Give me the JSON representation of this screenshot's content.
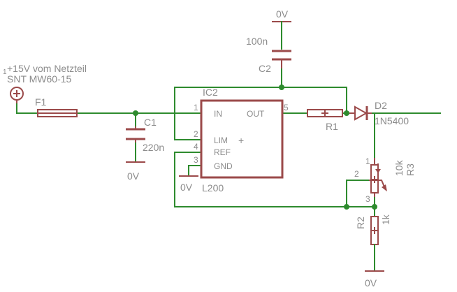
{
  "source": {
    "line1": "+15V vom Netzteil",
    "line2": "SNT MW60-15",
    "marker": "1"
  },
  "fuse": {
    "name": "F1"
  },
  "c1": {
    "name": "C1",
    "value": "220n"
  },
  "c2": {
    "name": "C2",
    "value": "100n"
  },
  "ic": {
    "name": "IC2",
    "part": "L200",
    "pins": {
      "in": "IN",
      "out": "OUT",
      "lim": "LIM",
      "ref": "REF",
      "gnd": "GND",
      "n1": "1",
      "n2": "2",
      "n3": "3",
      "n4": "4",
      "n5": "5"
    }
  },
  "r1": {
    "name": "R1"
  },
  "d2": {
    "name": "D2",
    "part": "1N5400"
  },
  "r3": {
    "name": "R3",
    "value": "10k",
    "p1": "1",
    "p2": "2",
    "p3": "3"
  },
  "r2": {
    "name": "R2",
    "value": "1k"
  },
  "grounds": {
    "c2_top": "0V",
    "c1_bottom": "0V",
    "ic_gnd": "0V",
    "r2_bottom": "0V"
  },
  "plus_sign": "+"
}
